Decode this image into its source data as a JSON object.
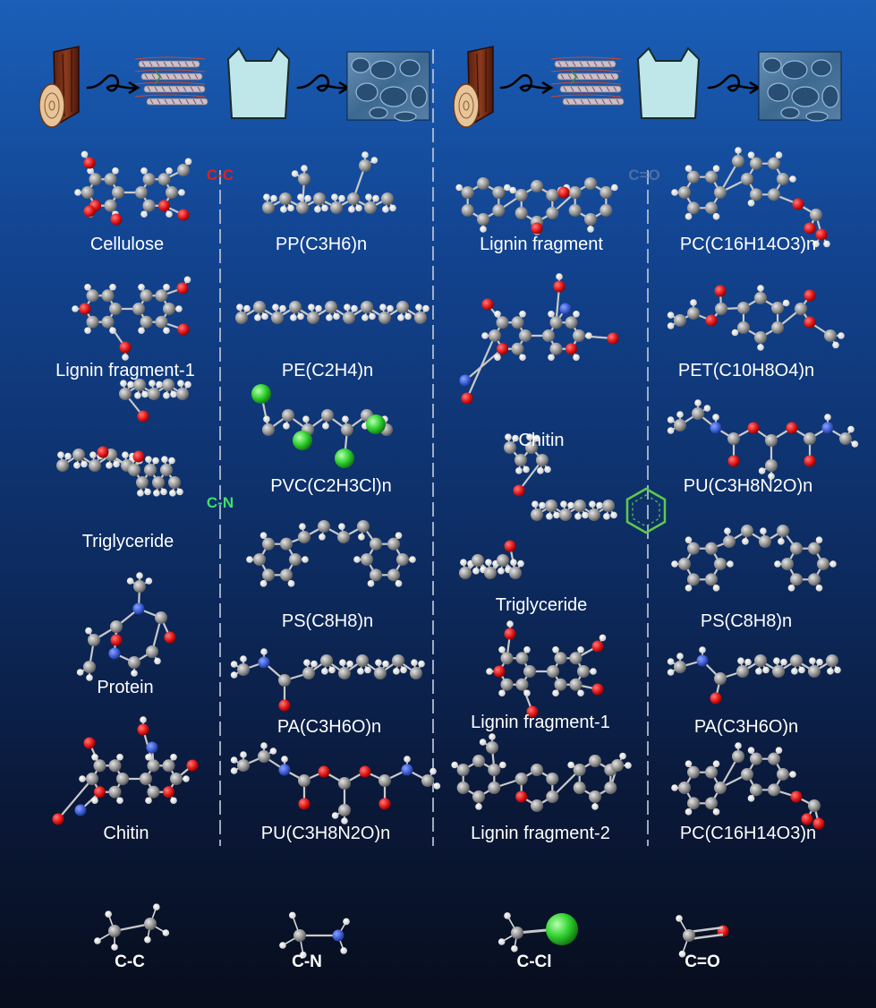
{
  "colors": {
    "carbon": "#9a9a9a",
    "hydrogen": "#ffffff",
    "oxygen": "#e01818",
    "nitrogen": "#3d5ed6",
    "chlorine": "#2fd12f",
    "cc_marker": "#e02020",
    "cn_marker": "#3fe06a",
    "co_marker": "#4b6ea8",
    "ring_marker": "#5fc94a"
  },
  "markers": {
    "cc": "C-C",
    "cn": "C-N",
    "co": "C=O"
  },
  "columns": [
    {
      "labels": [
        "Cellulose",
        "Lignin fragment-1",
        "Triglyceride",
        "Protein",
        "Chitin"
      ]
    },
    {
      "labels": [
        "PP(C3H6)n",
        "PE(C2H4)n",
        "PVC(C2H3Cl)n",
        "PS(C8H8)n",
        "PA(C3H6O)n",
        "PU(C3H8N2O)n"
      ]
    },
    {
      "labels": [
        "Lignin fragment",
        "Chitin",
        "Triglyceride",
        "Lignin fragment-1",
        "Lignin fragment-2"
      ]
    },
    {
      "labels": [
        "PC(C16H14O3)n",
        "PET(C10H8O4)n",
        "PU(C3H8N2O)n",
        "PS(C8H8)n",
        "PA(C3H6O)n",
        "PC(C16H14O3)n"
      ]
    }
  ],
  "legend": [
    "C-C",
    "C-N",
    "C-Cl",
    "C=O"
  ]
}
